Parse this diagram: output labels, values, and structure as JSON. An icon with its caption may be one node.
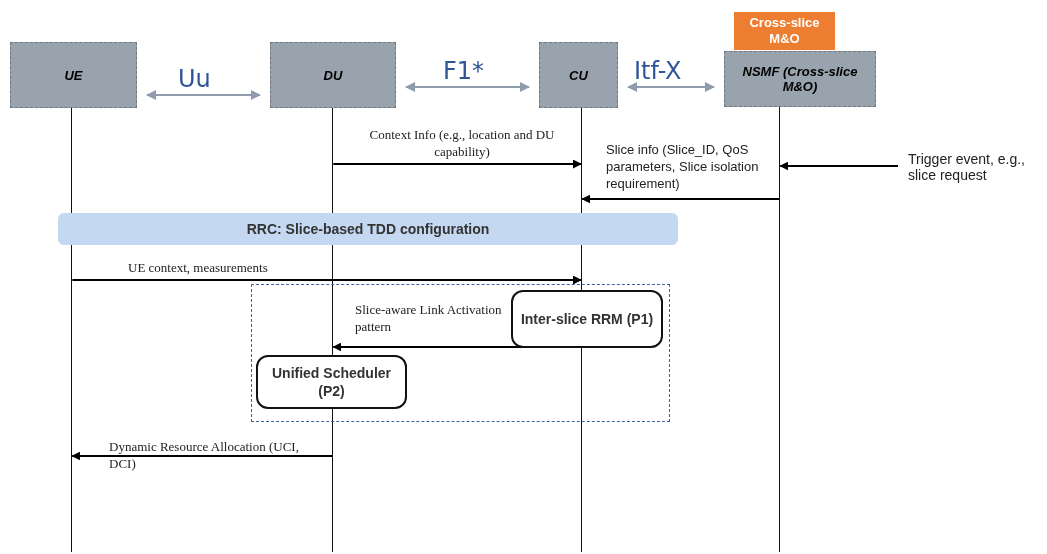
{
  "diagram": {
    "nodes": [
      {
        "text": [
          "UE"
        ]
      },
      {
        "text": [
          "DU"
        ]
      },
      {
        "text": [
          "CU"
        ]
      },
      {
        "text": [
          "NSMF (Cross-slice M&O)"
        ]
      },
      {
        "text": [
          "Cross-slice M&O"
        ]
      },
      {
        "text": [
          "RRC: Slice-based TDD configuration"
        ]
      },
      {
        "text": [],
        "shape": "box"
      },
      {
        "text": [
          "Inter-slice RRM (P1)"
        ],
        "in": 6
      },
      {
        "text": [
          "Unified Scheduler (P2)"
        ],
        "in": 6
      },
      {
        "text": [
          "Trigger event, e.g., slice request"
        ]
      },
      {
        "text": [],
        "shape": "line"
      },
      {
        "text": [],
        "shape": "line"
      },
      {
        "text": [],
        "shape": "line"
      },
      {
        "text": [],
        "shape": "line"
      }
    ],
    "edges": [
      {
        "from": 0,
        "to": 1,
        "arrow": "both",
        "label": "Uu",
        "color": "#8e9cab"
      },
      {
        "from": 1,
        "to": 2,
        "arrow": "both",
        "label": "F1*",
        "color": "#8e9cab"
      },
      {
        "from": 2,
        "to": 3,
        "arrow": "both",
        "label": "Itf-X",
        "color": "#8e9cab"
      },
      {
        "from": 11,
        "to": 12,
        "arrow": "to",
        "label": "Context Info (e.g., location and DU capability)"
      },
      {
        "from": 13,
        "to": 12,
        "arrow": "to",
        "label": "Slice info (Slice_ID, QoS parameters, Slice isolation requirement)"
      },
      {
        "from": 9,
        "to": 13,
        "arrow": "to"
      },
      {
        "from": 10,
        "to": 12,
        "arrow": "to",
        "label": "UE context, measurements"
      },
      {
        "from": 12,
        "to": 11,
        "arrow": "to",
        "label": "Slice-aware Link Activation pattern"
      },
      {
        "from": 11,
        "to": 10,
        "arrow": "to",
        "label": "Dynamic Resource Allocation (UCI, DCI)"
      }
    ]
  }
}
